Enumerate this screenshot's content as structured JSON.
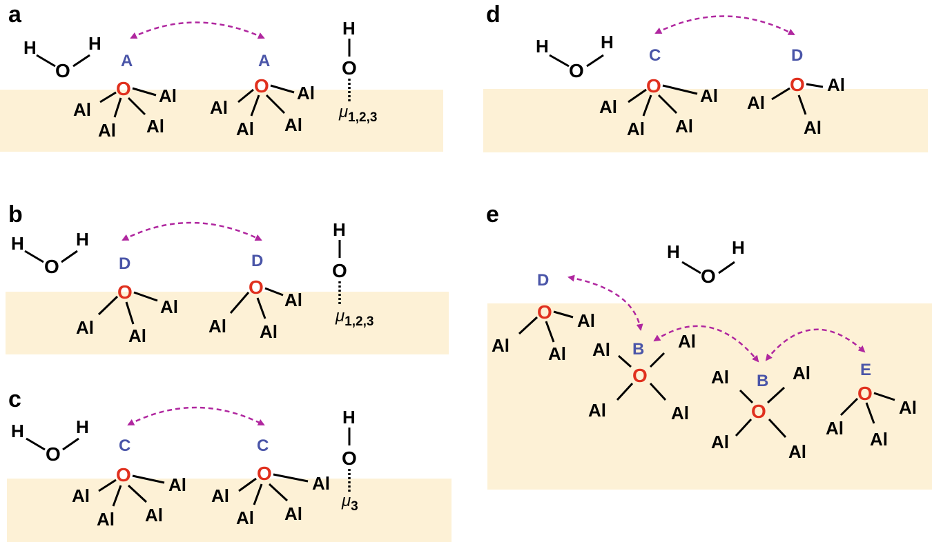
{
  "figure": {
    "panels": {
      "a": {
        "label": "a",
        "sites": [
          "A",
          "A"
        ],
        "mu_subscript": "1,2,3"
      },
      "b": {
        "label": "b",
        "sites": [
          "D",
          "D"
        ],
        "mu_subscript": "1,2,3"
      },
      "c": {
        "label": "c",
        "sites": [
          "C",
          "C"
        ],
        "mu_subscript": "3"
      },
      "d": {
        "label": "d",
        "sites": [
          "C",
          "D"
        ]
      },
      "e": {
        "label": "e",
        "sites": [
          "D",
          "B",
          "B",
          "E"
        ]
      }
    },
    "atoms": {
      "aluminum": "Al",
      "oxygen": "O",
      "hydrogen": "H",
      "mu": "μ"
    },
    "colors": {
      "surface": "#fdf1d6",
      "surface_oxygen": "#e0301e",
      "site_label": "#4a55a8",
      "exchange_arrow": "#b0279f"
    }
  }
}
